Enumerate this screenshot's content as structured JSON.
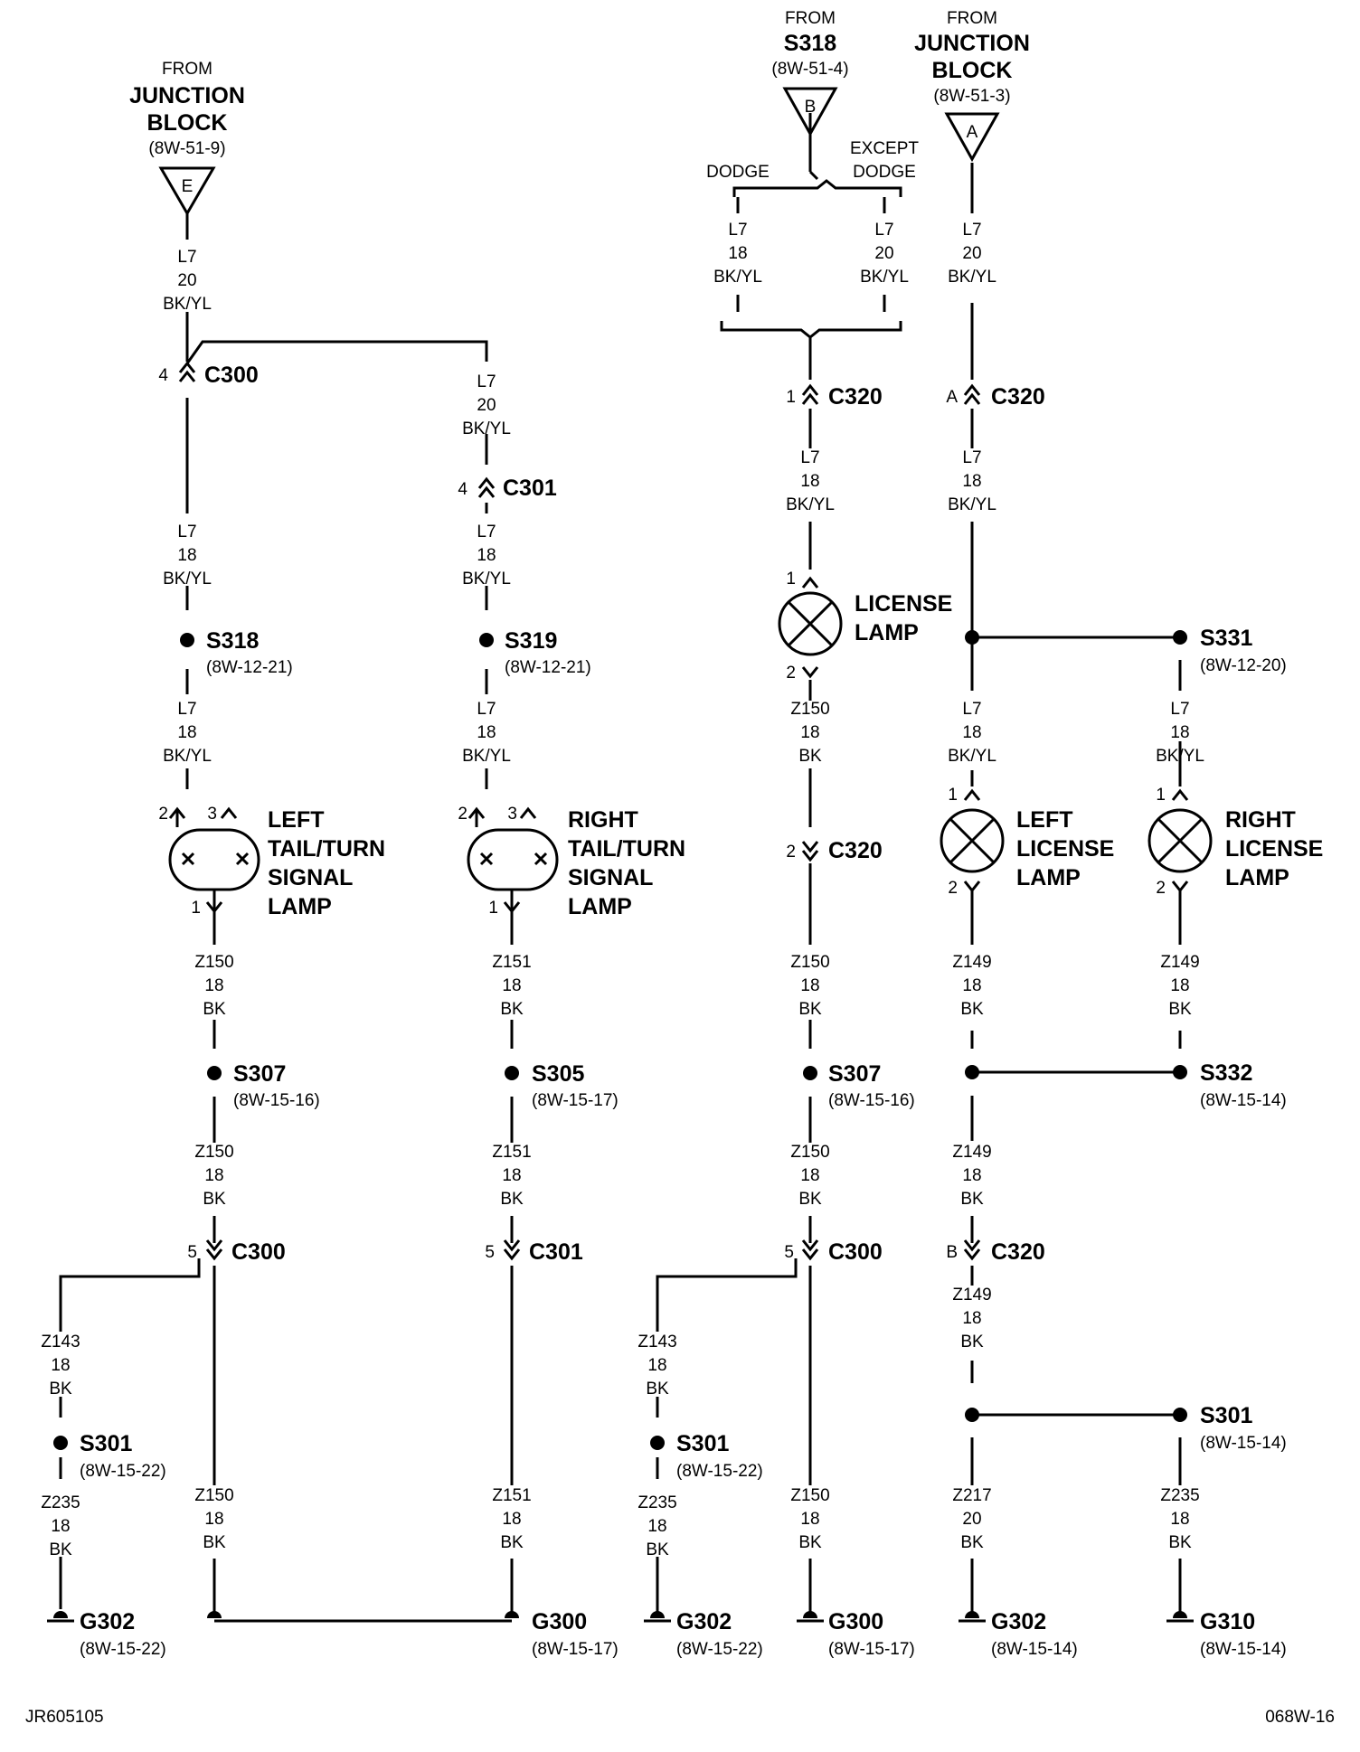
{
  "source": {
    "left": {
      "from": "FROM",
      "name_line1": "JUNCTION",
      "name_line2": "BLOCK",
      "ref": "(8W-51-9)",
      "pin": "E"
    },
    "center": {
      "from": "FROM",
      "name": "S318",
      "ref": "(8W-51-4)",
      "pin": "B",
      "branch_left": "DODGE",
      "branch_right_line1": "EXCEPT",
      "branch_right_line2": "DODGE"
    },
    "right": {
      "from": "FROM",
      "name_line1": "JUNCTION",
      "name_line2": "BLOCK",
      "ref": "(8W-51-3)",
      "pin": "A"
    }
  },
  "wires": {
    "w1": [
      "L7",
      "20",
      "BK/YL"
    ],
    "w2": [
      "L7",
      "20",
      "BK/YL"
    ],
    "w3": [
      "L7",
      "18",
      "BK/YL"
    ],
    "w4": [
      "L7",
      "18",
      "BK/YL"
    ],
    "w5": [
      "L7",
      "18",
      "BK/YL"
    ],
    "w6": [
      "L7",
      "18",
      "BK/YL"
    ],
    "w7": [
      "Z150",
      "18",
      "BK"
    ],
    "w8": [
      "Z151",
      "18",
      "BK"
    ],
    "w9": [
      "Z150",
      "18",
      "BK"
    ],
    "w10": [
      "Z151",
      "18",
      "BK"
    ],
    "w11": [
      "Z143",
      "18",
      "BK"
    ],
    "w12": [
      "Z235",
      "18",
      "BK"
    ],
    "w13": [
      "Z150",
      "18",
      "BK"
    ],
    "w14": [
      "Z151",
      "18",
      "BK"
    ],
    "w15": [
      "L7",
      "18",
      "BK/YL"
    ],
    "w16": [
      "L7",
      "20",
      "BK/YL"
    ],
    "w17": [
      "L7",
      "18",
      "BK/YL"
    ],
    "w18": [
      "Z150",
      "18",
      "BK"
    ],
    "w19": [
      "Z150",
      "18",
      "BK"
    ],
    "w20": [
      "Z150",
      "18",
      "BK"
    ],
    "w21": [
      "Z143",
      "18",
      "BK"
    ],
    "w22": [
      "Z235",
      "18",
      "BK"
    ],
    "w23": [
      "Z150",
      "18",
      "BK"
    ],
    "w24": [
      "L7",
      "20",
      "BK/YL"
    ],
    "w25": [
      "L7",
      "18",
      "BK/YL"
    ],
    "w26": [
      "L7",
      "18",
      "BK/YL"
    ],
    "w27": [
      "L7",
      "18",
      "BK/YL"
    ],
    "w28": [
      "Z149",
      "18",
      "BK"
    ],
    "w29": [
      "Z149",
      "18",
      "BK"
    ],
    "w30": [
      "Z149",
      "18",
      "BK"
    ],
    "w31": [
      "Z149",
      "18",
      "BK"
    ],
    "w32": [
      "Z217",
      "20",
      "BK"
    ],
    "w33": [
      "Z235",
      "18",
      "BK"
    ]
  },
  "connectors": {
    "c300_top": {
      "pin": "4",
      "name": "C300"
    },
    "c301_top": {
      "pin": "4",
      "name": "C301"
    },
    "c300_a": {
      "pin": "5",
      "name": "C300"
    },
    "c301_b": {
      "pin": "5",
      "name": "C301"
    },
    "c320_1": {
      "pin": "1",
      "name": "C320"
    },
    "c320_2": {
      "pin": "2",
      "name": "C320"
    },
    "c300_c": {
      "pin": "5",
      "name": "C300"
    },
    "c320_a": {
      "pin": "A",
      "name": "C320"
    },
    "c320_b": {
      "pin": "B",
      "name": "C320"
    }
  },
  "splices": {
    "s318": {
      "name": "S318",
      "ref": "(8W-12-21)"
    },
    "s319": {
      "name": "S319",
      "ref": "(8W-12-21)"
    },
    "s307a": {
      "name": "S307",
      "ref": "(8W-15-16)"
    },
    "s305": {
      "name": "S305",
      "ref": "(8W-15-17)"
    },
    "s301a": {
      "name": "S301",
      "ref": "(8W-15-22)"
    },
    "s307b": {
      "name": "S307",
      "ref": "(8W-15-16)"
    },
    "s301b": {
      "name": "S301",
      "ref": "(8W-15-22)"
    },
    "s331": {
      "name": "S331",
      "ref": "(8W-12-20)"
    },
    "s332": {
      "name": "S332",
      "ref": "(8W-15-14)"
    },
    "s301c": {
      "name": "S301",
      "ref": "(8W-15-14)"
    }
  },
  "grounds": {
    "g302a": {
      "name": "G302",
      "ref": "(8W-15-22)"
    },
    "g300a": {
      "name": "G300",
      "ref": "(8W-15-17)"
    },
    "g302b": {
      "name": "G302",
      "ref": "(8W-15-22)"
    },
    "g300b": {
      "name": "G300",
      "ref": "(8W-15-17)"
    },
    "g302c": {
      "name": "G302",
      "ref": "(8W-15-14)"
    },
    "g310": {
      "name": "G310",
      "ref": "(8W-15-14)"
    }
  },
  "lamps": {
    "left_tail": {
      "l1": "LEFT",
      "l2": "TAIL/TURN",
      "l3": "SIGNAL",
      "l4": "LAMP",
      "pin_a": "2",
      "pin_b": "3",
      "pin_c": "1"
    },
    "right_tail": {
      "l1": "RIGHT",
      "l2": "TAIL/TURN",
      "l3": "SIGNAL",
      "l4": "LAMP",
      "pin_a": "2",
      "pin_b": "3",
      "pin_c": "1"
    },
    "license": {
      "l1": "LICENSE",
      "l2": "LAMP",
      "pin_in": "1",
      "pin_out": "2"
    },
    "left_license": {
      "l1": "LEFT",
      "l2": "LICENSE",
      "l3": "LAMP",
      "pin_in": "1",
      "pin_out": "2"
    },
    "right_license": {
      "l1": "RIGHT",
      "l2": "LICENSE",
      "l3": "LAMP",
      "pin_in": "1",
      "pin_out": "2"
    }
  },
  "footer": {
    "left_code": "JR605105",
    "right_code": "068W-16"
  }
}
